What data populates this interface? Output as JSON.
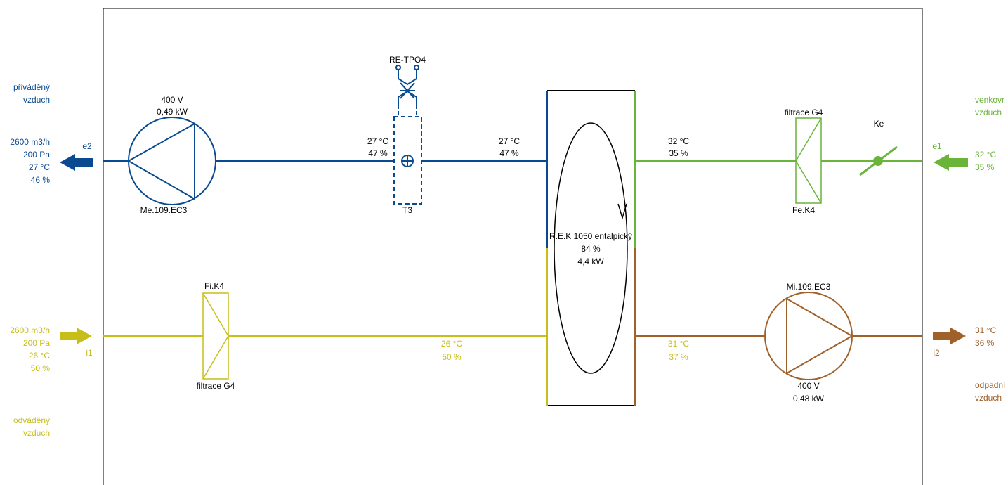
{
  "colors": {
    "supply": "#0a4a90",
    "fresh": "#6ab43a",
    "extract": "#c8be1a",
    "exhaust": "#a0602a",
    "frame": "#000000"
  },
  "left_labels": {
    "supply_name": [
      "přiváděný",
      "vzduch"
    ],
    "supply_port": "e2",
    "supply_params": [
      "2600 m3/h",
      "200 Pa",
      "27 °C",
      "46 %"
    ],
    "extract_params": [
      "2600 m3/h",
      "200 Pa",
      "26 °C",
      "50 %"
    ],
    "extract_port": "i1",
    "extract_name": [
      "odváděný",
      "vzduch"
    ]
  },
  "right_labels": {
    "fresh_name": [
      "venkovr",
      "vzduch"
    ],
    "fresh_port": "e1",
    "fresh_params": [
      "32 °C",
      "35 %"
    ],
    "exhaust_port": "i2",
    "exhaust_params": [
      "31 °C",
      "36 %"
    ],
    "exhaust_name": [
      "odpadní",
      "vzduch"
    ]
  },
  "supply_fan": {
    "voltage": "400 V",
    "power": "0,49 kW",
    "name": "Me.109.EC3"
  },
  "heater": {
    "valve": "RE-TPO4",
    "name": "T3"
  },
  "supply_points": [
    {
      "temp": "27 °C",
      "rh": "47 %"
    },
    {
      "temp": "27 °C",
      "rh": "47 %"
    }
  ],
  "fresh_point": {
    "temp": "32 °C",
    "rh": "35 %"
  },
  "fresh_filter": {
    "top": "filtrace G4",
    "bottom": "Fe.K4"
  },
  "damper": {
    "name": "Ke"
  },
  "recuperator": {
    "name": "R.E.K 1050 entalpický",
    "efficiency": "84 %",
    "power": "4,4 kW"
  },
  "extract_filter": {
    "top": "Fi.K4",
    "bottom": "filtrace G4"
  },
  "extract_point": {
    "temp": "26 °C",
    "rh": "50 %"
  },
  "exhaust_point": {
    "temp": "31 °C",
    "rh": "37 %"
  },
  "exhaust_fan": {
    "name": "Mi.109.EC3",
    "voltage": "400 V",
    "power": "0,48 kW"
  }
}
